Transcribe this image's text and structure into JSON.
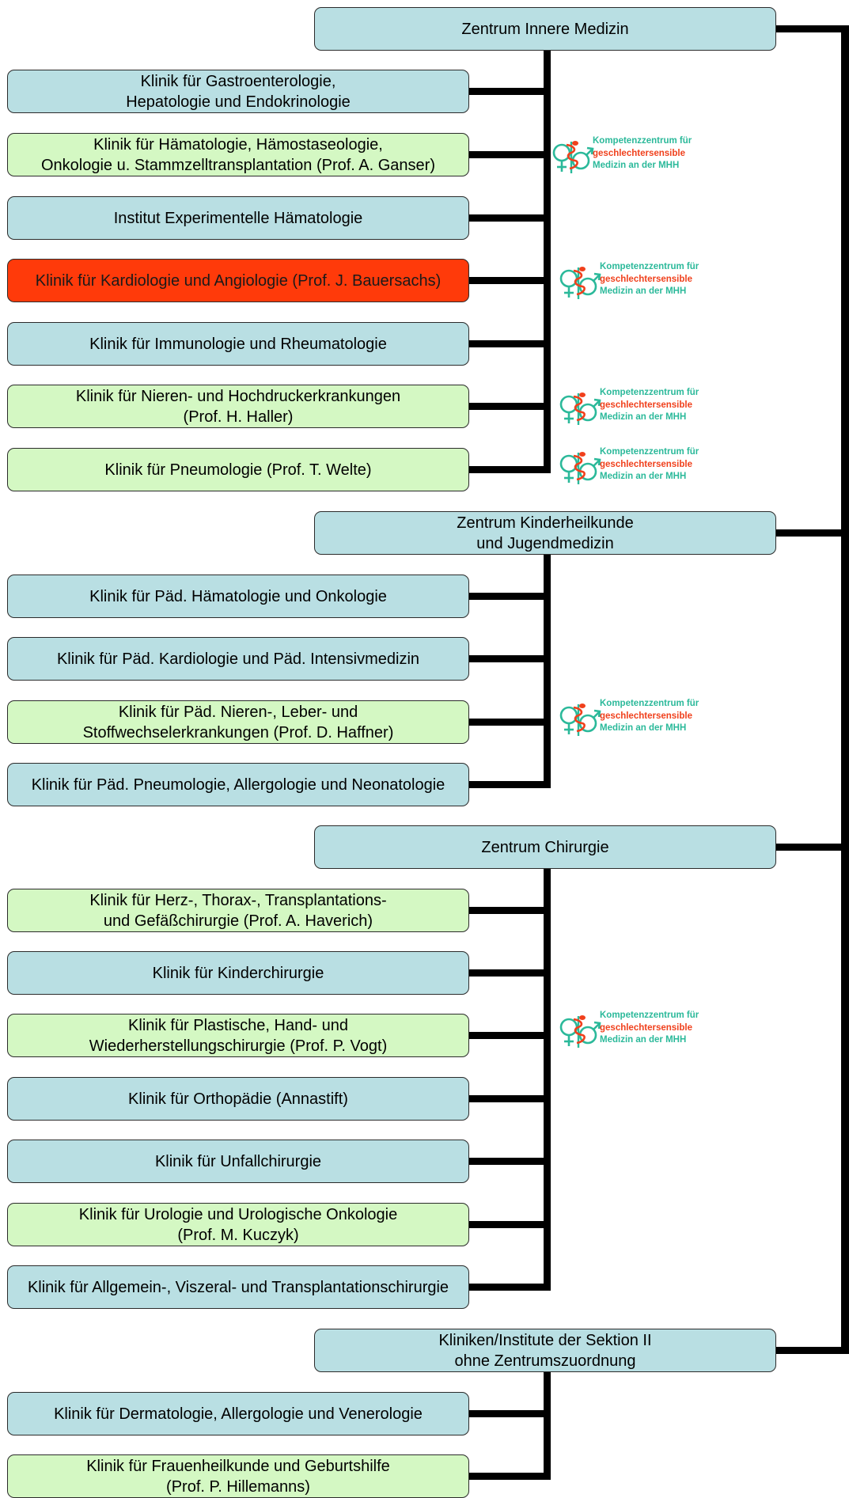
{
  "colors": {
    "center_fill": "#b9dfe3",
    "clinic_blue": "#b9dfe3",
    "clinic_green": "#d4f8c3",
    "clinic_red": "#ff3a0a",
    "connector": "#000000",
    "badge_teal": "#2bb99a",
    "badge_red": "#f0401c"
  },
  "badge": {
    "icon": "gender-medicine-logo-icon",
    "line1": "Kompetenzzentrum für",
    "line2": "geschlechtersensible",
    "line3": "Medizin an der MHH"
  },
  "centers": [
    {
      "title": [
        "Zentrum Innere Medizin"
      ],
      "clinics": [
        {
          "lines": [
            "Klinik für Gastroenterologie,",
            "Hepatologie und Endokrinologie"
          ],
          "color": "blue",
          "badge": false
        },
        {
          "lines": [
            "Klinik für Hämatologie, Hämostaseologie,",
            "Onkologie u. Stammzelltransplantation (Prof. A. Ganser)"
          ],
          "color": "green",
          "badge": true
        },
        {
          "lines": [
            "Institut Experimentelle Hämatologie"
          ],
          "color": "blue",
          "badge": false
        },
        {
          "lines": [
            "Klinik für Kardiologie und Angiologie (Prof. J. Bauersachs)"
          ],
          "color": "red",
          "badge": true
        },
        {
          "lines": [
            "Klinik für Immunologie und Rheumatologie"
          ],
          "color": "blue",
          "badge": false
        },
        {
          "lines": [
            "Klinik für Nieren- und Hochdruckerkrankungen",
            "(Prof. H. Haller)"
          ],
          "color": "green",
          "badge": true
        },
        {
          "lines": [
            "Klinik für Pneumologie (Prof. T. Welte)"
          ],
          "color": "green",
          "badge": true
        }
      ]
    },
    {
      "title": [
        "Zentrum Kinderheilkunde",
        "und Jugendmedizin"
      ],
      "clinics": [
        {
          "lines": [
            "Klinik für Päd. Hämatologie und Onkologie"
          ],
          "color": "blue",
          "badge": false
        },
        {
          "lines": [
            "Klinik für Päd. Kardiologie und Päd. Intensivmedizin"
          ],
          "color": "blue",
          "badge": false
        },
        {
          "lines": [
            "Klinik für Päd. Nieren-, Leber- und",
            "Stoffwechselerkrankungen (Prof. D. Haffner)"
          ],
          "color": "green",
          "badge": true
        },
        {
          "lines": [
            "Klinik für Päd. Pneumologie, Allergologie und Neonatologie"
          ],
          "color": "blue",
          "badge": false
        }
      ]
    },
    {
      "title": [
        "Zentrum Chirurgie"
      ],
      "clinics": [
        {
          "lines": [
            "Klinik für Herz-, Thorax-, Transplantations-",
            "und Gefäßchirurgie (Prof. A. Haverich)"
          ],
          "color": "green",
          "badge": false
        },
        {
          "lines": [
            "Klinik für Kinderchirurgie"
          ],
          "color": "blue",
          "badge": false
        },
        {
          "lines": [
            "Klinik für Plastische, Hand- und",
            "Wiederherstellungschirurgie (Prof. P. Vogt)"
          ],
          "color": "green",
          "badge": true
        },
        {
          "lines": [
            "Klinik für Orthopädie (Annastift)"
          ],
          "color": "blue",
          "badge": false
        },
        {
          "lines": [
            "Klinik für Unfallchirurgie"
          ],
          "color": "blue",
          "badge": false
        },
        {
          "lines": [
            "Klinik für Urologie und Urologische Onkologie",
            "(Prof. M. Kuczyk)"
          ],
          "color": "green",
          "badge": false
        },
        {
          "lines": [
            "Klinik für Allgemein-, Viszeral- und Transplantationschirurgie"
          ],
          "color": "blue",
          "badge": false
        }
      ]
    },
    {
      "title": [
        "Kliniken/Institute der Sektion II",
        "ohne Zentrumszuordnung"
      ],
      "clinics": [
        {
          "lines": [
            "Klinik für Dermatologie, Allergologie und Venerologie"
          ],
          "color": "blue",
          "badge": false
        },
        {
          "lines": [
            "Klinik für Frauenheilkunde und Geburtshilfe",
            "(Prof. P. Hillemanns)"
          ],
          "color": "green",
          "badge": false
        }
      ]
    }
  ]
}
